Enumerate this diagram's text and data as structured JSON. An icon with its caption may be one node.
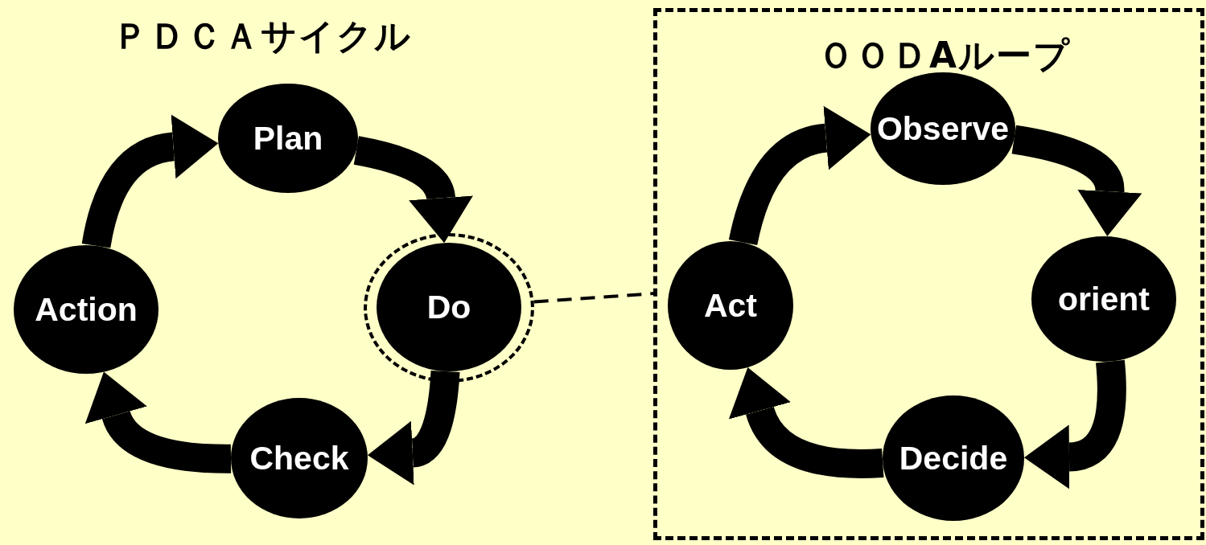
{
  "diagram": {
    "nodes": [
      {
        "text": [
          "Plan"
        ]
      },
      {
        "text": [],
        "shape": "circle"
      },
      {
        "text": [
          "Do"
        ],
        "in": 1
      },
      {
        "text": [
          "Check"
        ]
      },
      {
        "text": [
          "Action"
        ]
      },
      {
        "text": [
          "ＯＯＤAループ"
        ]
      },
      {
        "text": [
          "Observe"
        ],
        "in": 5
      },
      {
        "text": [
          "orient"
        ],
        "in": 5
      },
      {
        "text": [
          "Decide"
        ],
        "in": 5
      },
      {
        "text": [
          "Act"
        ],
        "in": 5
      }
    ],
    "edges": [
      {
        "from": 0,
        "to": 2,
        "arrow": "to"
      },
      {
        "from": 2,
        "to": 3,
        "arrow": "to"
      },
      {
        "from": 3,
        "to": 4,
        "arrow": "to"
      },
      {
        "from": 4,
        "to": 0,
        "arrow": "to"
      },
      {
        "from": 1,
        "to": 5,
        "arrow": "none",
        "style": "dashed"
      },
      {
        "from": 6,
        "to": 7,
        "arrow": "to"
      },
      {
        "from": 7,
        "to": 8,
        "arrow": "to"
      },
      {
        "from": 8,
        "to": 9,
        "arrow": "to"
      },
      {
        "from": 9,
        "to": 6,
        "arrow": "to"
      }
    ],
    "labels": [
      "ＰＤＣＡサイクル"
    ]
  }
}
